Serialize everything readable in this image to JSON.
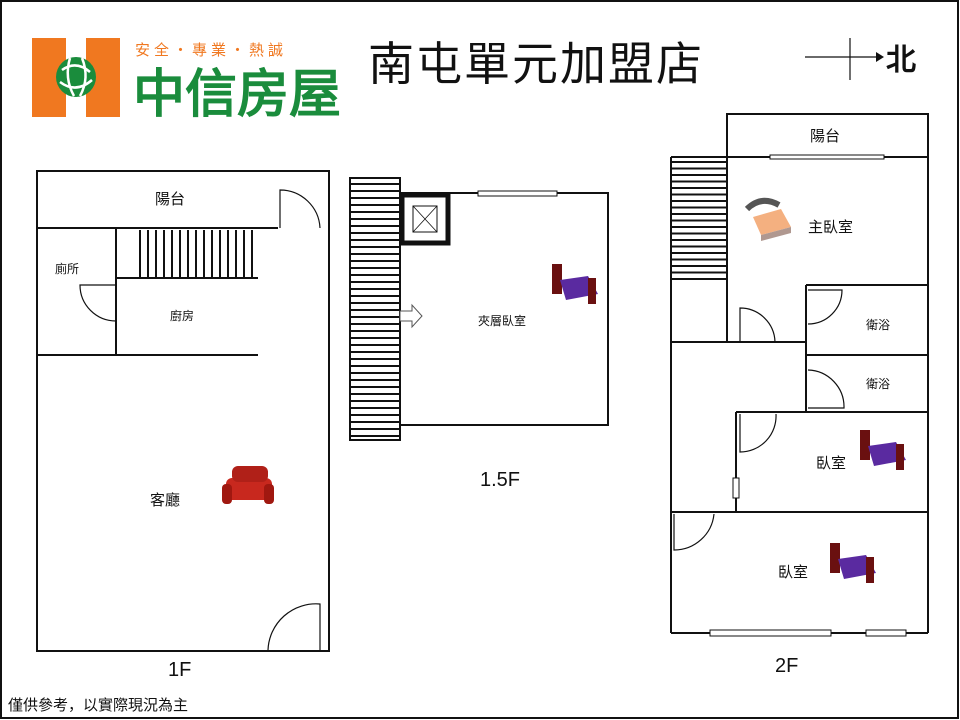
{
  "logo": {
    "slogan": "安全・專業・熱誠",
    "brand": "中信房屋",
    "orange": "#f07820",
    "green": "#1a8c3c"
  },
  "title": "南屯單元加盟店",
  "compass": {
    "label": "北"
  },
  "floors": {
    "f1": {
      "label": "1F",
      "rooms": {
        "balcony": "陽台",
        "toilet": "廁所",
        "kitchen": "廚房",
        "living": "客廳"
      }
    },
    "f15": {
      "label": "1.5F",
      "rooms": {
        "loft": "夾層臥室"
      }
    },
    "f2": {
      "label": "2F",
      "rooms": {
        "balcony": "陽台",
        "master": "主臥室",
        "bath1": "衛浴",
        "bath2": "衛浴",
        "bed1": "臥室",
        "bed2": "臥室"
      }
    }
  },
  "disclaimer": "僅供參考，以實際現況為主"
}
